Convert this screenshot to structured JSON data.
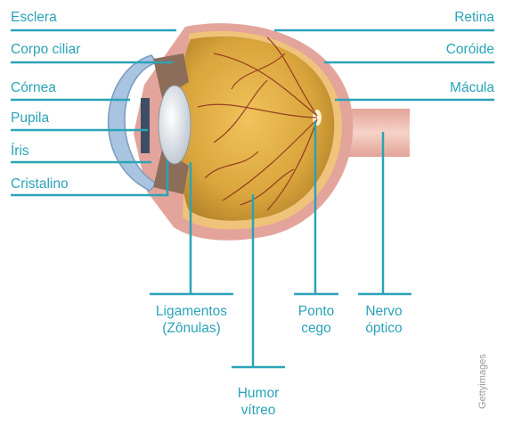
{
  "diagram": {
    "colors": {
      "leader_line": "#2aa3b8",
      "label_text": "#2aa3b8",
      "sclera": "#e3a49b",
      "vitreous": "#d9a53c",
      "cornea": "#a9c4e0",
      "vessels": "#8a2a1c",
      "nerve": "#e9b5a8"
    },
    "labels": {
      "esclera": "Esclera",
      "corpo_ciliar": "Corpo ciliar",
      "cornea": "Córnea",
      "pupila": "Pupila",
      "iris": "Íris",
      "cristalino": "Cristalino",
      "retina": "Retina",
      "coroide": "Coróide",
      "macula": "Mácula",
      "ligamentos_line1": "Ligamentos",
      "ligamentos_line2": "(Zônulas)",
      "ponto_line1": "Ponto",
      "ponto_line2": "cego",
      "nervo_line1": "Nervo",
      "nervo_line2": "óptico",
      "humor_line1": "Humor",
      "humor_line2": "vítreo"
    },
    "watermark": "Gettyimages"
  }
}
